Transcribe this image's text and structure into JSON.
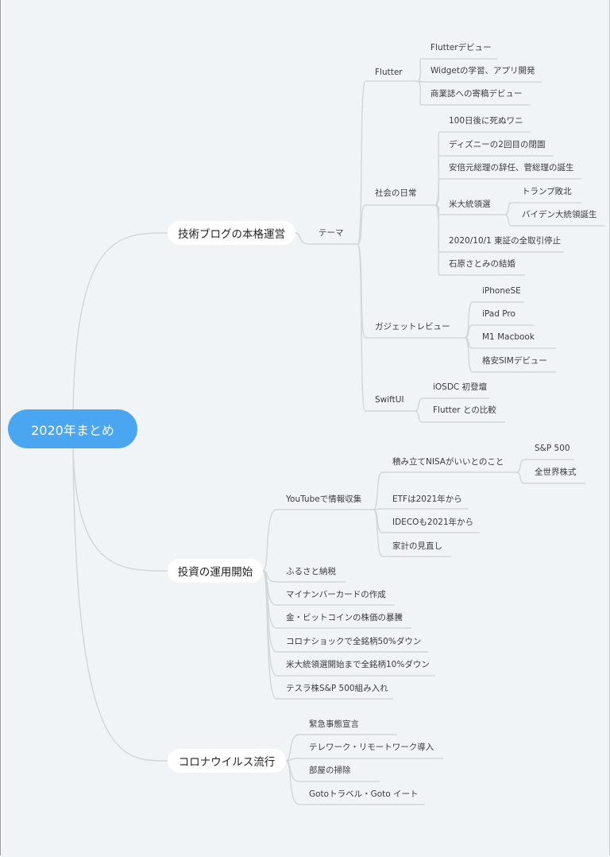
{
  "root": {
    "label": "2020年まとめ"
  },
  "topics": [
    {
      "label": "技術ブログの本格運営",
      "children": [
        {
          "label": "テーマ",
          "children": [
            {
              "label": "Flutter",
              "children": [
                {
                  "label": "Flutterデビュー"
                },
                {
                  "label": "Widgetの学習、アプリ開発"
                },
                {
                  "label": "商業誌への寄稿デビュー"
                }
              ]
            },
            {
              "label": "社会の日常",
              "children": [
                {
                  "label": "100日後に死ぬワニ"
                },
                {
                  "label": "ディズニーの2回目の閉園"
                },
                {
                  "label": "安倍元総理の辞任、菅総理の誕生"
                },
                {
                  "label": "米大統領選",
                  "children": [
                    {
                      "label": "トランプ敗北"
                    },
                    {
                      "label": "バイデン大統領誕生"
                    }
                  ]
                },
                {
                  "label": "2020/10/1 東証の全取引停止"
                },
                {
                  "label": "石原さとみの結婚"
                }
              ]
            },
            {
              "label": "ガジェットレビュー",
              "children": [
                {
                  "label": "iPhoneSE"
                },
                {
                  "label": "iPad Pro"
                },
                {
                  "label": "M1 Macbook"
                },
                {
                  "label": "格安SIMデビュー"
                }
              ]
            },
            {
              "label": "SwiftUI",
              "children": [
                {
                  "label": "iOSDC 初登壇"
                },
                {
                  "label": "Flutter との比較"
                }
              ]
            }
          ]
        }
      ]
    },
    {
      "label": "投資の運用開始",
      "children": [
        {
          "label": "YouTubeで情報収集",
          "children": [
            {
              "label": "積み立てNISAがいいとのこと",
              "children": [
                {
                  "label": "S&P 500"
                },
                {
                  "label": "全世界株式"
                }
              ]
            },
            {
              "label": "ETFは2021年から"
            },
            {
              "label": "IDECOも2021年から"
            },
            {
              "label": "家計の見直し"
            }
          ]
        },
        {
          "label": "ふるさと納税"
        },
        {
          "label": "マイナンバーカードの作成"
        },
        {
          "label": "金・ビットコインの株価の暴騰"
        },
        {
          "label": "コロナショックで全銘柄50%ダウン"
        },
        {
          "label": "米大統領選開始まで全銘柄10%ダウン"
        },
        {
          "label": "テスラ株S&P 500組み入れ"
        }
      ]
    },
    {
      "label": "コロナウイルス流行",
      "children": [
        {
          "label": "緊急事態宣言"
        },
        {
          "label": "テレワーク・リモートワーク導入"
        },
        {
          "label": "部屋の掃除"
        },
        {
          "label": "Gotoトラベル・Goto イート"
        }
      ]
    }
  ]
}
